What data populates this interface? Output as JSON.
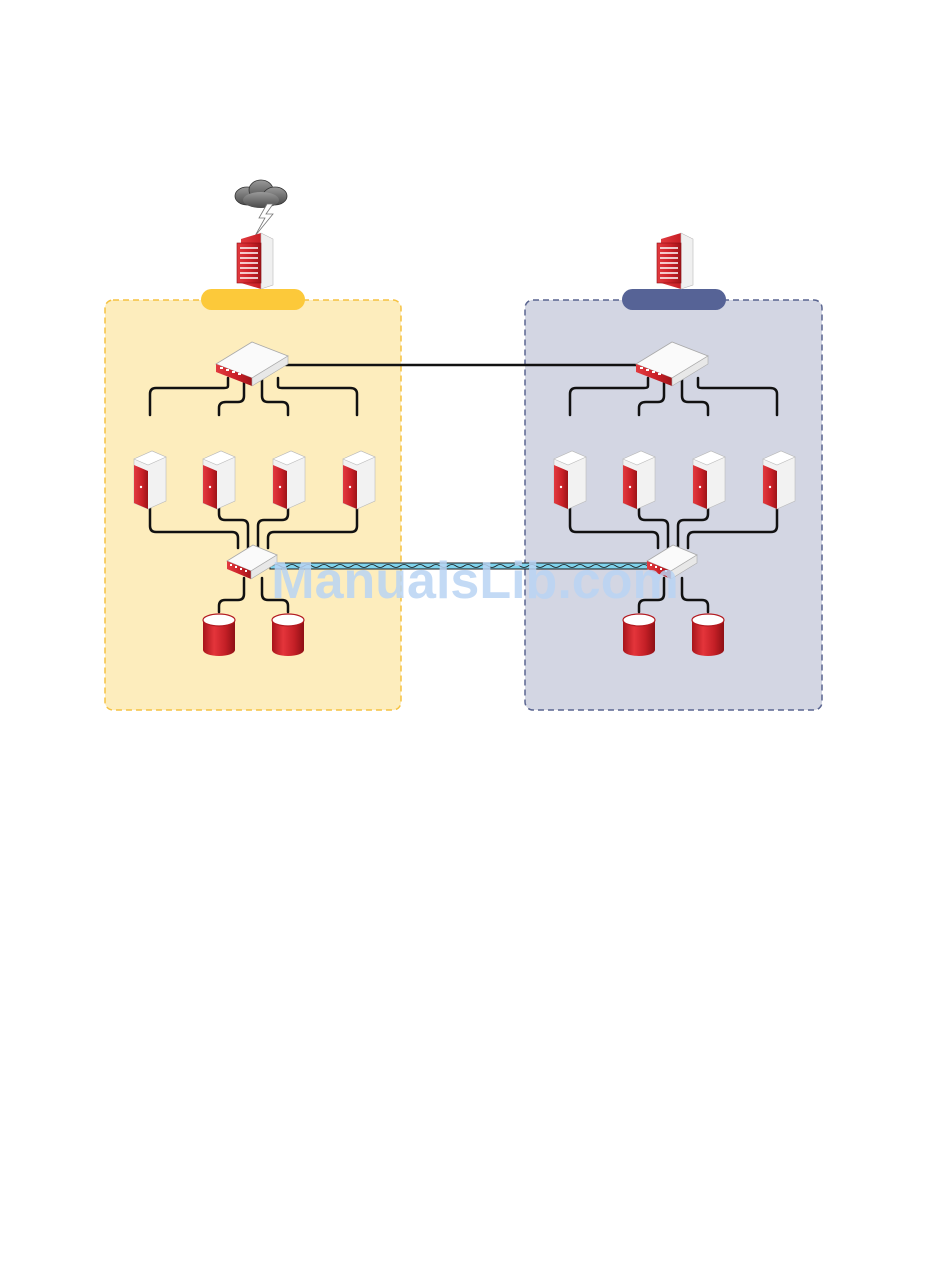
{
  "watermark": "ManualsLib.com",
  "colors": {
    "site_a_fill": "#fdedbd",
    "site_a_border": "#f5c242",
    "site_a_pill": "#fcc93a",
    "site_b_fill": "#d3d6e3",
    "site_b_border": "#5a6590",
    "site_b_pill": "#566396",
    "device_red": "#cc2027",
    "device_white": "#f4f4f4",
    "link_black": "#111111",
    "link_cyan": "#7fd3ec",
    "watermark": "#b9d3f3"
  },
  "site_a": {
    "label": "",
    "icons": [
      "cloud-lightning-icon",
      "building-icon",
      "lan-switch-icon",
      "server-icon",
      "server-icon",
      "server-icon",
      "server-icon",
      "san-switch-icon",
      "storage-icon",
      "storage-icon"
    ]
  },
  "site_b": {
    "label": "",
    "icons": [
      "building-icon",
      "lan-switch-icon",
      "server-icon",
      "server-icon",
      "server-icon",
      "server-icon",
      "san-switch-icon",
      "storage-icon",
      "storage-icon"
    ]
  },
  "links": {
    "lan_interconnect": "lan-link",
    "san_interconnect": "fibre-link"
  }
}
